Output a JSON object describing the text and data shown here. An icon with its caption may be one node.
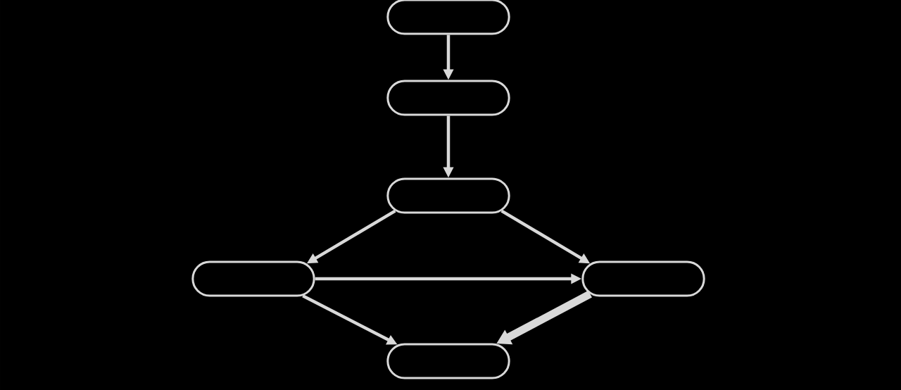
{
  "diagram": {
    "nodes": [
      {
        "text": [],
        "shape": "box"
      },
      {
        "text": [],
        "shape": "box"
      },
      {
        "text": [],
        "shape": "box"
      },
      {
        "text": [],
        "shape": "box"
      },
      {
        "text": [],
        "shape": "box"
      },
      {
        "text": [],
        "shape": "box"
      }
    ],
    "edges": [
      {
        "from": 0,
        "to": 1,
        "arrow": "to"
      },
      {
        "from": 1,
        "to": 2,
        "arrow": "to"
      },
      {
        "from": 2,
        "to": 3,
        "arrow": "to"
      },
      {
        "from": 2,
        "to": 4,
        "arrow": "to"
      },
      {
        "from": 3,
        "to": 4,
        "arrow": "to"
      },
      {
        "from": 3,
        "to": 5,
        "arrow": "to"
      },
      {
        "from": 4,
        "to": 5,
        "arrow": "to",
        "style": "thick"
      }
    ]
  }
}
